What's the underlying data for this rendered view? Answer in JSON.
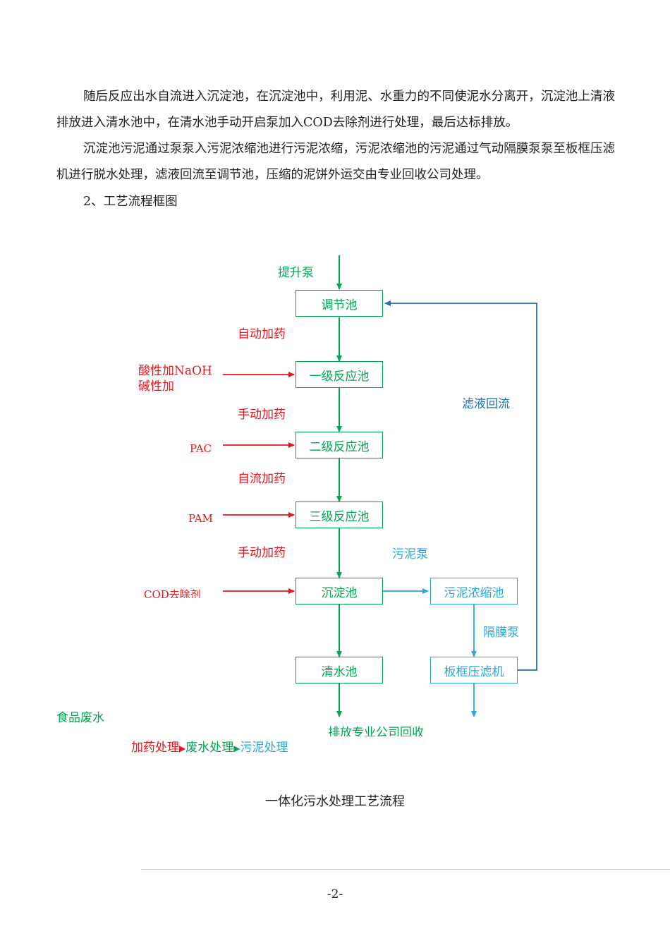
{
  "text": {
    "p1": "随后反应出水自流进入沉淀池，在沉淀池中，利用泥、水重力的不同使泥水分离开，沉淀池上清液排放进入清水池中，在清水池手动开启泵加入COD去除剂进行处理，最后达标排放。",
    "p2": "沉淀池污泥通过泵泵入污泥浓缩池进行污泥浓缩，污泥浓缩池的污泥通过气动隔膜泵泵至板框压滤机进行脱水处理，滤液回流至调节池，压缩的泥饼外运交由专业回收公司处理。",
    "p3": "2、工艺流程框图"
  },
  "diagram": {
    "boxes": {
      "tiaojie": "调节池",
      "r1": "一级反应池",
      "r2": "二级反应池",
      "r3": "三级反应池",
      "chendian": "沉淀池",
      "qingshui": "清水池",
      "nongsuo": "污泥浓缩池",
      "yalv": "板框压滤机"
    },
    "labels": {
      "tisheng": "提升泵",
      "auto_dose": "自动加药",
      "acid1": "酸性加NaOH",
      "acid2": "碱性加",
      "manual1": "手动加药",
      "pac": "PAC",
      "selfflow": "自流加药",
      "pam": "PAM",
      "manual2": "手动加药",
      "cod": "COD去除剂",
      "filtrate": "滤液回流",
      "sludge_pump": "污泥泵",
      "membrane_pump": "隔膜泵",
      "discharge": "排放专业公司回收",
      "wastewater": "食品废水"
    },
    "legend": {
      "dose": "加药处理",
      "waste": "废水处理",
      "sludge": "污泥处理"
    },
    "colors": {
      "water": "#00a651",
      "dose": "#e8161c",
      "sludge": "#2aa7dd",
      "return": "#1f6fb2"
    }
  },
  "caption": "一体化污水处理工艺流程",
  "page_number": "-2-"
}
